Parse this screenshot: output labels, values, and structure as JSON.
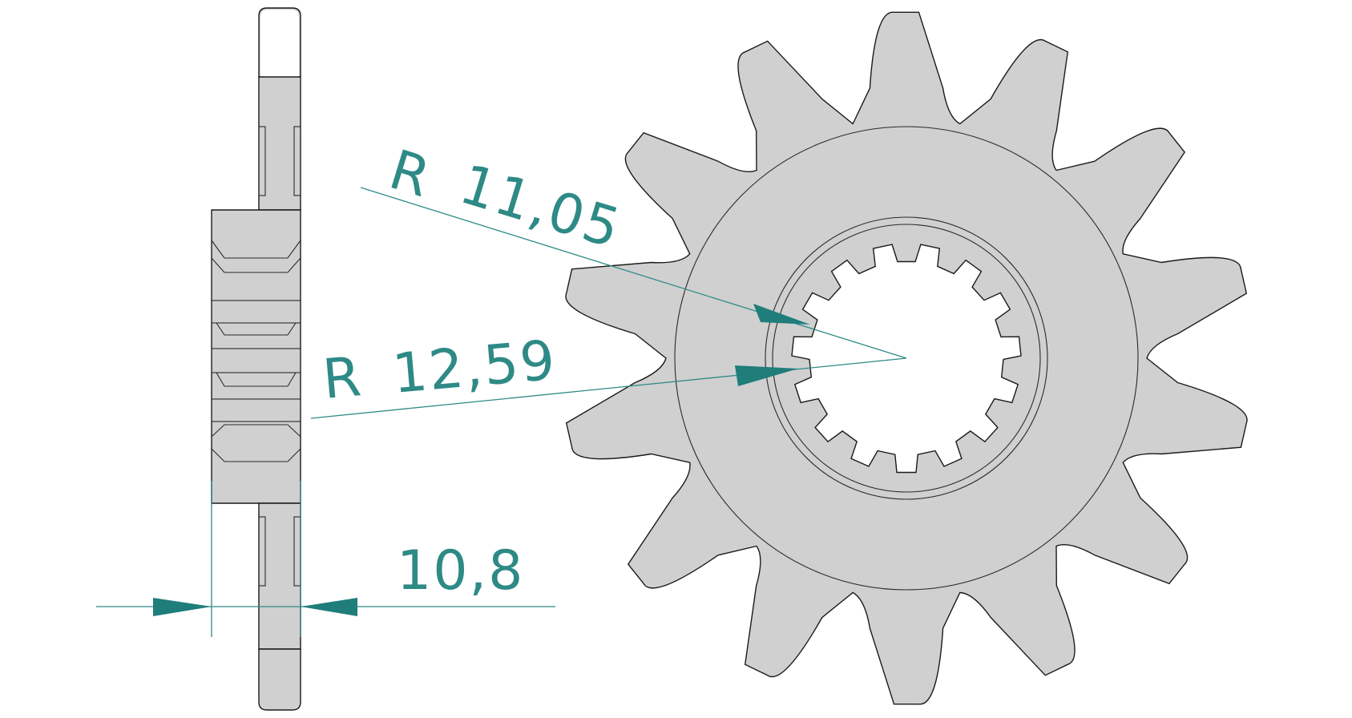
{
  "drawing": {
    "view": "front-sprocket",
    "teeth": 14,
    "spline_teeth": 15,
    "colors": {
      "part_fill": "#d0d0d0",
      "outline": "#1a1a1a",
      "dimension": "#2e8a86",
      "arrow": "#1f7d7a",
      "background": "#ffffff"
    }
  },
  "dimensions": {
    "inner_radius": {
      "prefix": "R",
      "value": "11,05"
    },
    "outer_radius": {
      "prefix": "R",
      "value": "12,59"
    },
    "thickness": {
      "value": "10,8"
    }
  }
}
